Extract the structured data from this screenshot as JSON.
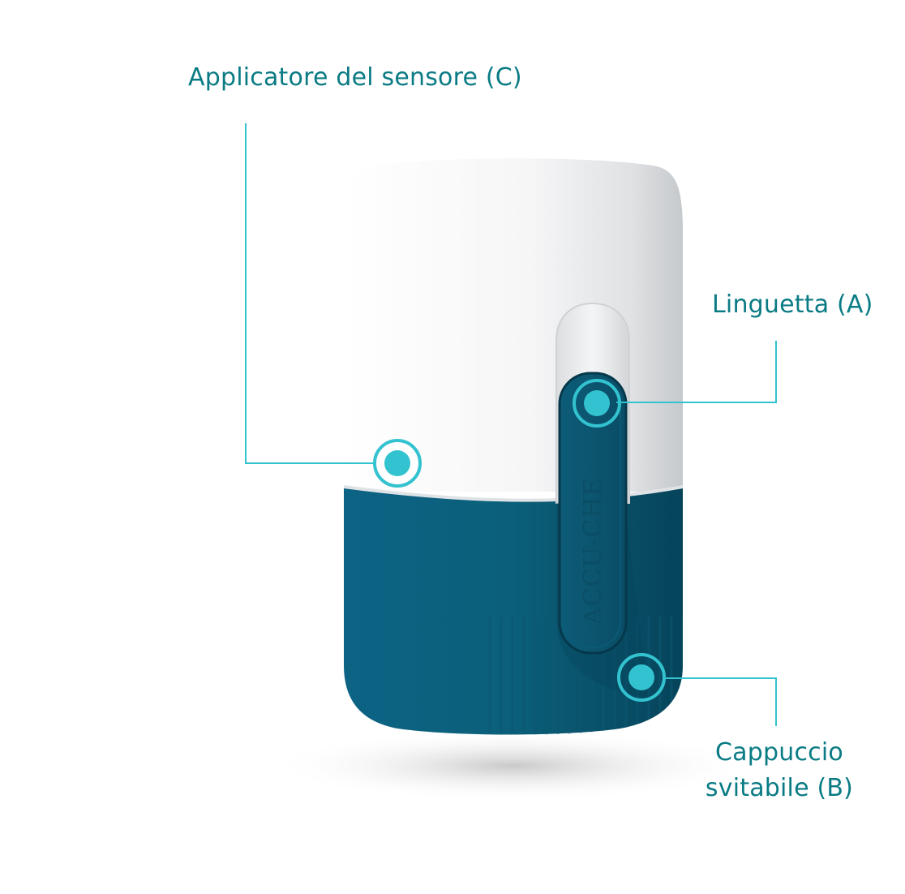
{
  "labels": {
    "applicator": "Applicatore del sensore (C)",
    "tab": "Linguetta (A)",
    "cap_line1": "Cappuccio",
    "cap_line2": "svitabile (B)"
  },
  "device": {
    "brand_text": "ACCU-CHE"
  },
  "colors": {
    "callout": "#0a7b84",
    "marker": "#33c2cf",
    "cap": "#0b5f79",
    "body": "#f1f2f3"
  }
}
